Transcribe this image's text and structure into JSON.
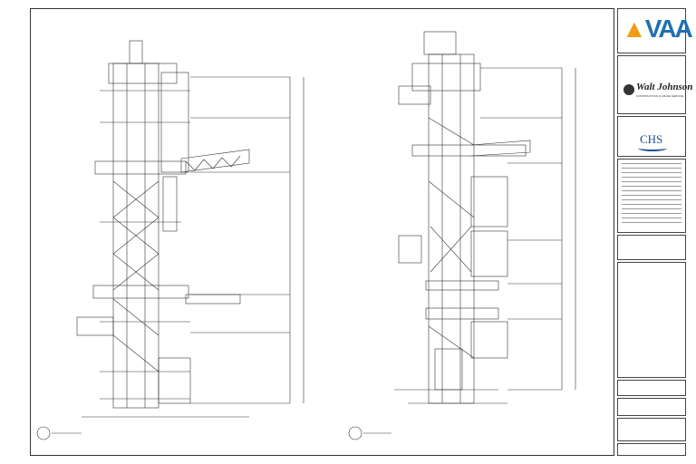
{
  "title_block": {
    "architect_logo": "VAA",
    "contractor_logo": "Walt Johnson",
    "contractor_subtitle": "CONSTRUCTION & CRANE SERVICE",
    "client_logo": "CHS"
  },
  "colors": {
    "line": "#333333",
    "vaa_blue": "#1f6fb3",
    "vaa_orange": "#f39c12",
    "chs_blue": "#1a4f9c"
  }
}
